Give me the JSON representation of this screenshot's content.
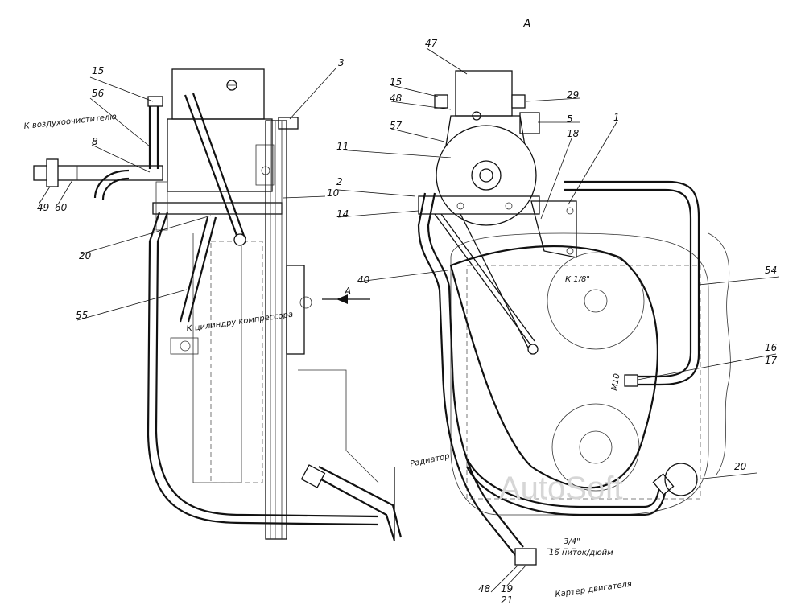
{
  "view_label": "А",
  "left_notes": {
    "air_cleaner": "К воздухоочистителю",
    "compressor_cylinder": "К цилиндру компрессора",
    "radiator": "Радиатор",
    "view_arrow": "А"
  },
  "right_notes": {
    "thread_1": "К 1/8\"",
    "thread_2": "М10",
    "pipe_size": "3/4\"",
    "pipe_sub": "16 ниток/дюйм",
    "crankcase": "Картер двигателя"
  },
  "left_callouts": [
    "15",
    "56",
    "8",
    "49",
    "60",
    "20",
    "55",
    "3",
    "10"
  ],
  "right_callouts": [
    "47",
    "15",
    "48",
    "29",
    "57",
    "5",
    "18",
    "1",
    "11",
    "2",
    "14",
    "40",
    "54",
    "16",
    "17",
    "20",
    "48",
    "19",
    "21"
  ],
  "watermark": "AutoSoft"
}
